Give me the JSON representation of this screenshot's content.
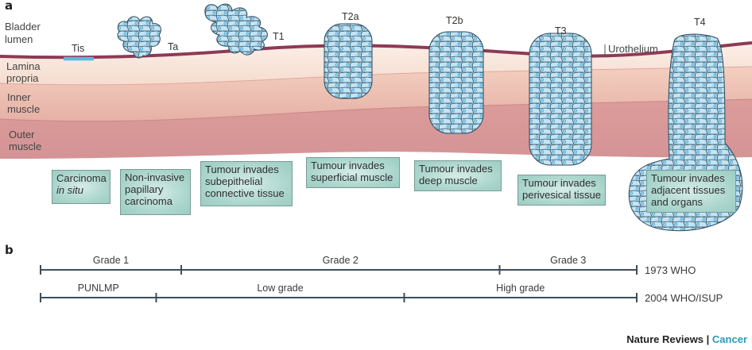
{
  "panel_a": {
    "letter": "a",
    "layers": [
      {
        "label_line1": "Bladder",
        "label_line2": "lumen"
      },
      {
        "label_line1": "Lamina",
        "label_line2": "propria"
      },
      {
        "label_line1": "Inner",
        "label_line2": "muscle"
      },
      {
        "label_line1": "Outer",
        "label_line2": "muscle"
      }
    ],
    "urothelium_label": "Urothelium",
    "stages": [
      {
        "id": "Tis",
        "label": "Tis",
        "description_lines": [
          "Carcinoma",
          "in situ"
        ],
        "italic_line": 1
      },
      {
        "id": "Ta",
        "label": "Ta",
        "description_lines": [
          "Non-invasive",
          "papillary",
          "carcinoma"
        ]
      },
      {
        "id": "T1",
        "label": "T1",
        "description_lines": [
          "Tumour invades",
          "subepithelial",
          "connective tissue"
        ]
      },
      {
        "id": "T2a",
        "label": "T2a",
        "description_lines": [
          "Tumour invades",
          "superficial muscle"
        ]
      },
      {
        "id": "T2b",
        "label": "T2b",
        "description_lines": [
          "Tumour invades",
          "deep muscle"
        ]
      },
      {
        "id": "T3",
        "label": "T3",
        "description_lines": [
          "Tumour invades",
          "perivesical tissue"
        ]
      },
      {
        "id": "T4",
        "label": "T4",
        "description_lines": [
          "Tumour invades",
          "adjacent tissues",
          "and organs"
        ]
      }
    ],
    "colors": {
      "urothelium": "#8e3a55",
      "tis": "#5bb8e0",
      "lamina_propria": "#f8e4da",
      "inner_muscle": "#eec0b2",
      "outer_muscle": "#d89696",
      "cell_fill": "#bfe2f3",
      "cell_stroke": "#2f4a5c",
      "nucleus": "#4aa8d8",
      "box_fill": "#a8d4cb"
    }
  },
  "panel_b": {
    "letter": "b",
    "systems": [
      {
        "name": "1973 WHO",
        "segments": [
          {
            "label": "Grade 1",
            "start": 0.0,
            "end": 0.236
          },
          {
            "label": "Grade 2",
            "start": 0.236,
            "end": 0.77
          },
          {
            "label": "Grade 3",
            "start": 0.77,
            "end": 1.0
          }
        ]
      },
      {
        "name": "2004 WHO/ISUP",
        "segments": [
          {
            "label": "PUNLMP",
            "start": 0.0,
            "end": 0.194
          },
          {
            "label": "Low grade",
            "start": 0.194,
            "end": 0.61
          },
          {
            "label": "High grade",
            "start": 0.61,
            "end": 1.0
          }
        ]
      }
    ],
    "line_color": "#3e4e5a"
  },
  "footer": {
    "journal": "Nature Reviews",
    "separator": " | ",
    "section": "Cancer"
  }
}
